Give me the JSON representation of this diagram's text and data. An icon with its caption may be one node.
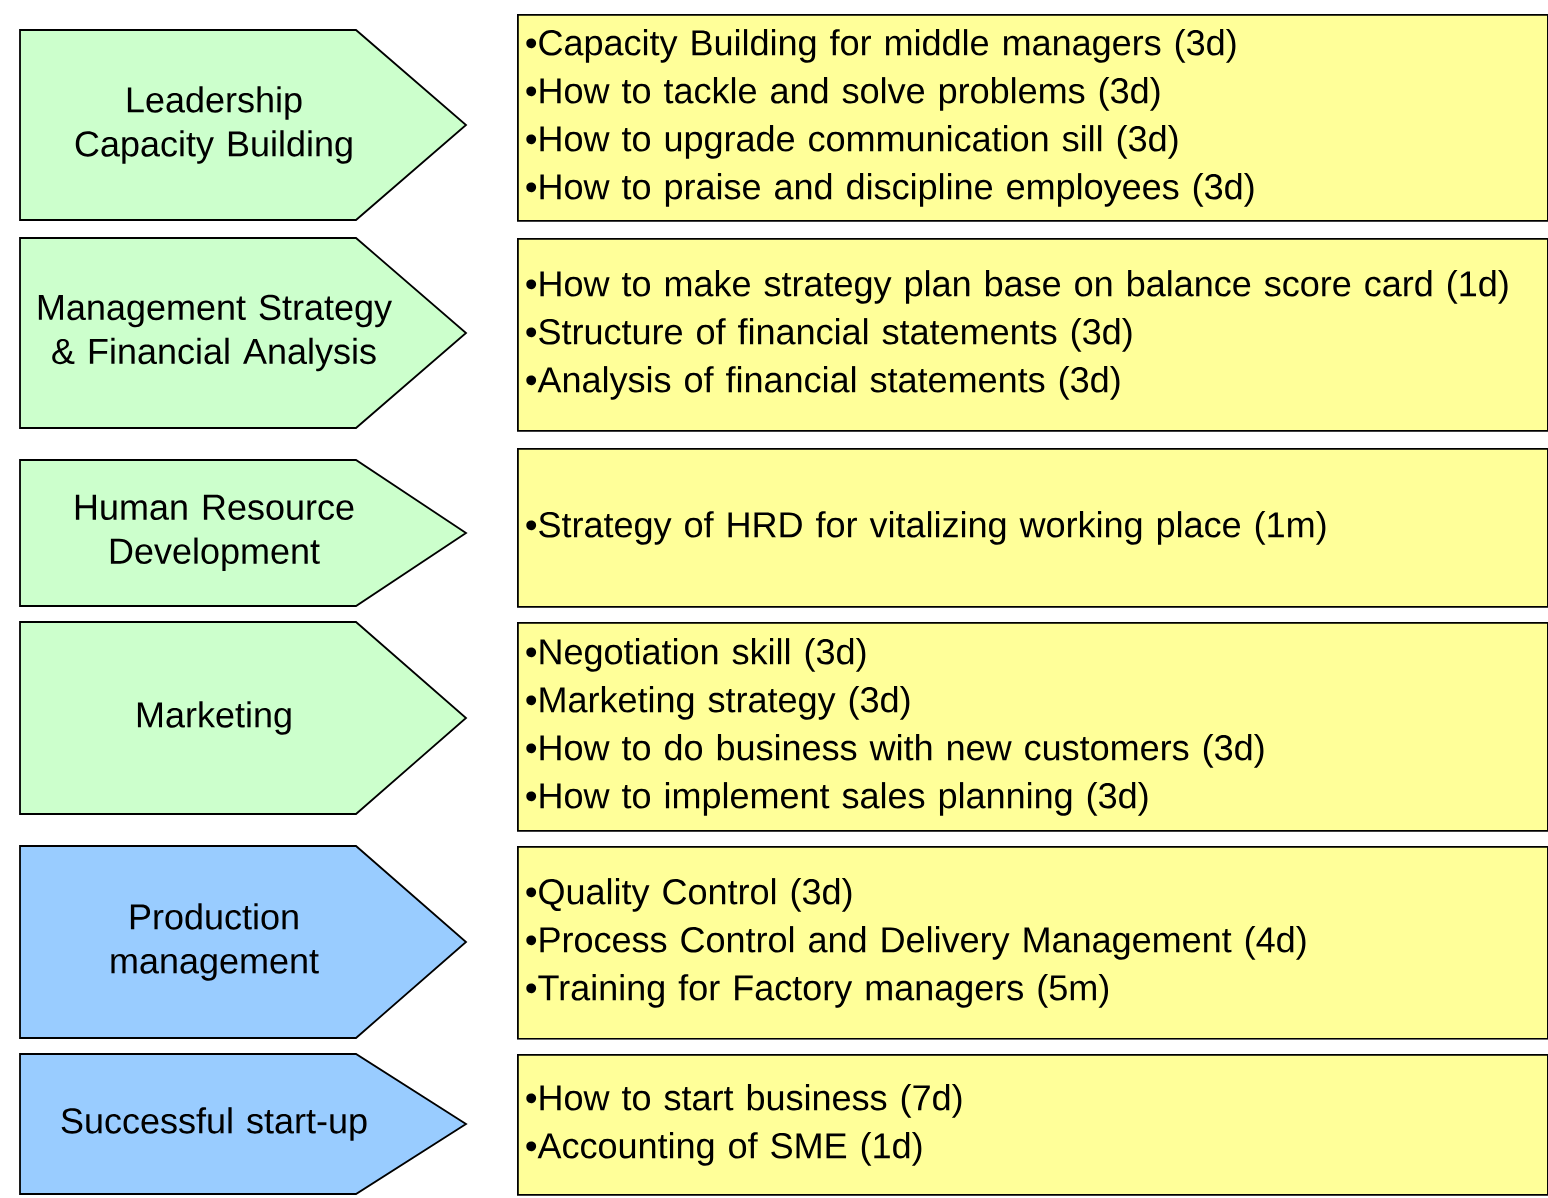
{
  "diagram": {
    "nodes": [
      {
        "text": [
          "Leadership Capacity Building"
        ]
      },
      {
        "text": [
          "•Capacity Building for middle managers (3d)",
          "•How to tackle and solve problems (3d)",
          "•How to upgrade communication sill (3d)",
          "•How to praise and discipline employees (3d)"
        ]
      },
      {
        "text": [
          "Management Strategy & Financial Analysis"
        ]
      },
      {
        "text": [
          "•How to make strategy plan base on balance score card (1d)",
          "•Structure of financial statements (3d)",
          "•Analysis of financial statements (3d)"
        ]
      },
      {
        "text": [
          "Human Resource Development"
        ]
      },
      {
        "text": [
          "•Strategy of HRD for vitalizing working place (1m)"
        ]
      },
      {
        "text": [
          "Marketing"
        ]
      },
      {
        "text": [
          "•Negotiation skill (3d)",
          "•Marketing strategy (3d)",
          "•How to do business with new customers (3d)",
          "•How to implement sales planning (3d)"
        ]
      },
      {
        "text": [
          "Production management"
        ]
      },
      {
        "text": [
          "•Quality Control (3d)",
          "•Process Control and Delivery Management (4d)",
          "•Training for Factory managers (5m)"
        ]
      },
      {
        "text": [
          "Successful start-up"
        ]
      },
      {
        "text": [
          "•How to start business (7d)",
          "•Accounting of SME (1d)"
        ]
      }
    ]
  }
}
